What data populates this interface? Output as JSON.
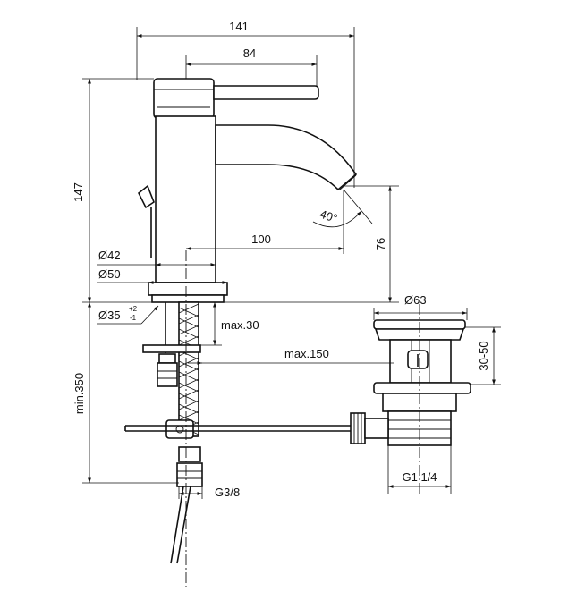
{
  "dimensions": {
    "overall_width": "141",
    "handle_reach": "84",
    "total_height": "147",
    "spout_reach": "100",
    "spout_angle": "40°",
    "spout_height": "76",
    "body_diameter_42": "Ø42",
    "base_diameter_50": "Ø50",
    "hole_diameter": "Ø35",
    "hole_tol_plus": "+2",
    "hole_tol_minus": "-1",
    "max_thickness": "max.30",
    "max_rod": "max.150",
    "min_hose": "min.350",
    "waste_diameter": "Ø63",
    "waste_range": "30-50",
    "waste_thread": "G1 1/4",
    "hose_thread": "G3/8"
  }
}
